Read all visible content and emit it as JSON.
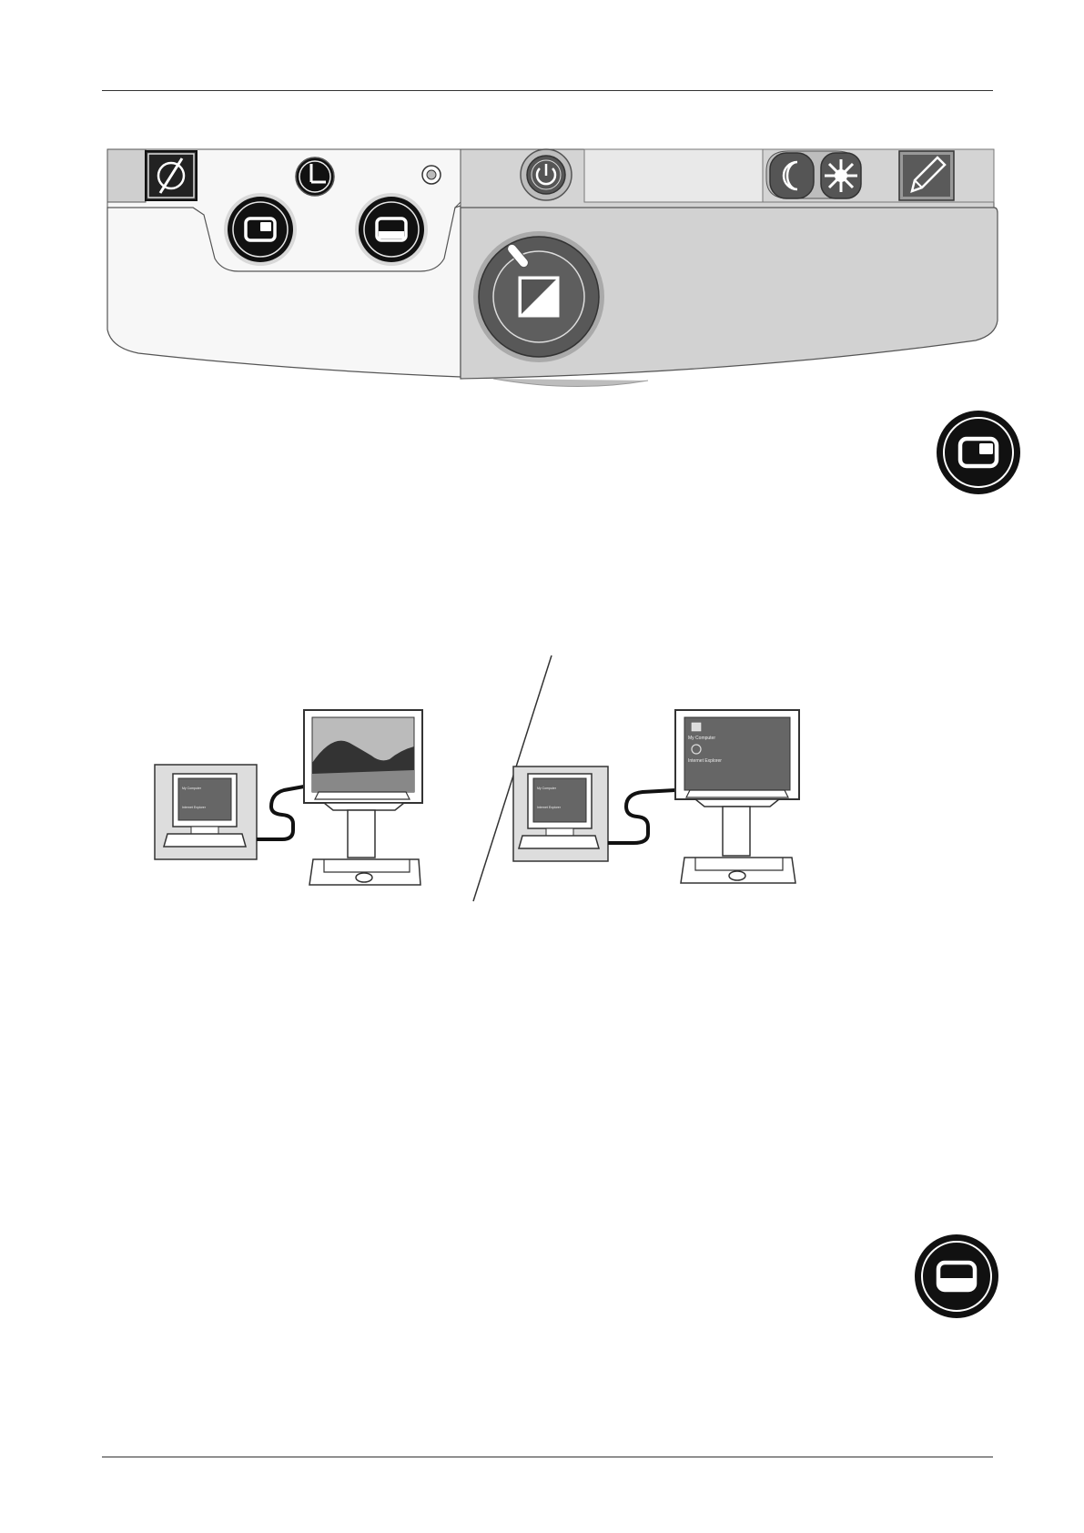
{
  "diagrams": {
    "left_desktop_icons": [
      "My Computer",
      "Internet Explorer"
    ],
    "right_desktop_icons": [
      "My Computer",
      "Internet Explorer"
    ],
    "right_monitor_icons": [
      "My Computer",
      "Internet Explorer"
    ]
  },
  "icons": {
    "panel": [
      "contrast-off-icon",
      "timer-icon",
      "indicator-led",
      "pip-button-icon",
      "split-screen-button-icon",
      "power-icon",
      "night-mode-icon",
      "brightness-icon",
      "pen-icon",
      "contrast-dial-icon"
    ],
    "side": [
      "pip-button-icon",
      "split-screen-button-icon"
    ]
  },
  "colors": {
    "panel_light": "#e8e8e8",
    "panel_mid": "#cfcfcf",
    "button_dark": "#111111",
    "screen_gray": "#666666"
  }
}
